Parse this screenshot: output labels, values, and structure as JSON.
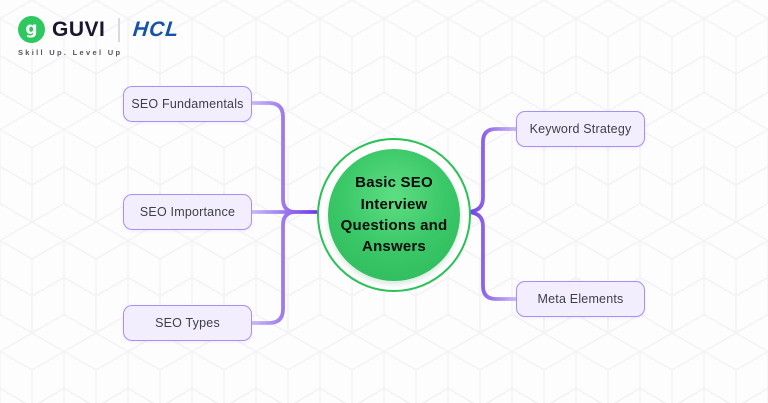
{
  "header": {
    "logo": {
      "guvi_text": "GUVI",
      "hcl_text": "HCL",
      "tagline": "Skill Up. Level Up",
      "icon_glyph": "g",
      "colors": {
        "guvi_green": "#2fc760",
        "hcl_blue": "#1454a8"
      }
    }
  },
  "mindmap": {
    "center": {
      "lines": [
        "Basic SEO",
        "Interview",
        "Questions and",
        "Answers"
      ],
      "fill_color": "#3bc868",
      "ring_color": "#29c257",
      "text_color": "#0c0c0c"
    },
    "left_nodes": [
      {
        "label": "SEO Fundamentals"
      },
      {
        "label": "SEO Importance"
      },
      {
        "label": "SEO Types"
      }
    ],
    "right_nodes": [
      {
        "label": "Keyword Strategy"
      },
      {
        "label": "Meta Elements"
      }
    ],
    "node_style": {
      "border_color": "#a88ff0",
      "background": "#f3eefe",
      "text_color": "#3f3f46"
    },
    "connector_colors": {
      "light": "#c9b9f5",
      "dark": "#6f3ae6"
    }
  }
}
